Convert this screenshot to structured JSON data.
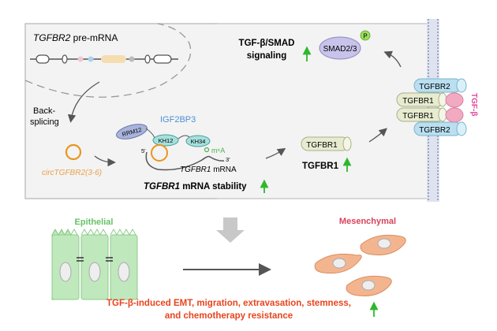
{
  "cell_panel": {
    "pre_mrna_label": "TGFBR2",
    "pre_mrna_suffix": " pre-mRNA",
    "back_splicing_line1": "Back-",
    "back_splicing_line2": "splicing",
    "circ_label": "circTGFBR2(3-6)",
    "igf2bp3_label": "IGF2BP3",
    "rrm12_label": "RRM12",
    "kh12_label": "KH12",
    "kh34_label": "KH34",
    "m6a_label": "m⁶A",
    "five_prime": "5'",
    "three_prime": "3'",
    "mrna_gene": "TGFBR1",
    "mrna_suffix": " mRNA",
    "stability_gene": "TGFBR1",
    "stability_suffix": " mRNA stability",
    "tgfbr1_protein_label": "TGFBR1",
    "tgfbr1_up_label": "TGFBR1",
    "signaling_line1": "TGF-β/SMAD",
    "signaling_line2": "signaling",
    "smad_label": "SMAD2/3",
    "phospho_label": "P",
    "receptor_labels": [
      "TGFBR2",
      "TGFBR1",
      "TGFBR1",
      "TGFBR2"
    ],
    "ligand_label": "TGF-β"
  },
  "emt": {
    "epithelial_label": "Epithelial",
    "mesenchymal_label": "Mesenchymal",
    "outcome_line1": "TGF-β-induced EMT, migration, extravasation, stemness,",
    "outcome_line2": "and chemotherapy resistance"
  },
  "colors": {
    "up_arrow": "#2db82d",
    "circ_orange": "#e8961e",
    "epithelial_green": "#66c266",
    "mesenchymal_red": "#d9435a",
    "outcome_red": "#e8441f",
    "tgfb_pink": "#e0479a",
    "igf2bp3_blue": "#4d8fd1"
  }
}
